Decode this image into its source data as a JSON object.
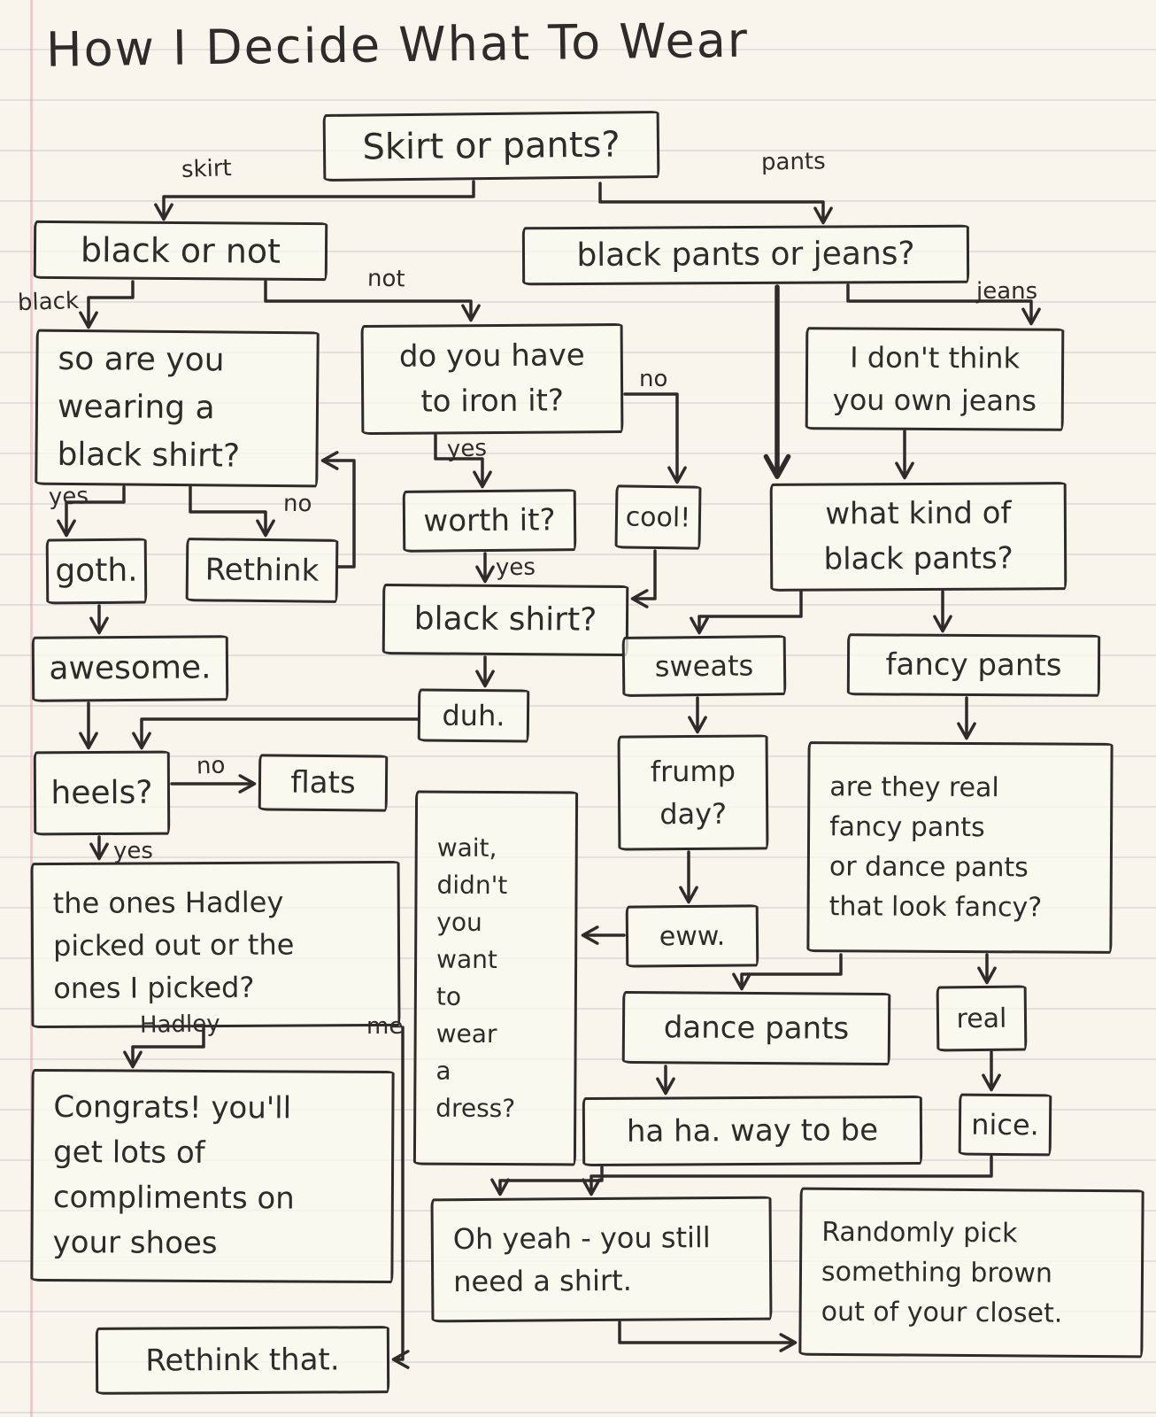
{
  "title": "How I Decide What To Wear",
  "nodes": {
    "skirt_or_pants": {
      "label": "Skirt or pants?"
    },
    "black_or_not": {
      "label": "black or not"
    },
    "black_pants_or_jeans": {
      "label": "black pants or jeans?"
    },
    "so_are_you": {
      "label": "so are you\nwearing a\nblack shirt?"
    },
    "iron": {
      "label": "do you have\nto iron it?"
    },
    "dont_own_jeans": {
      "label": "I don't think\nyou own jeans"
    },
    "goth": {
      "label": "goth."
    },
    "rethink": {
      "label": "Rethink"
    },
    "worth_it": {
      "label": "worth it?"
    },
    "cool": {
      "label": "cool!"
    },
    "what_kind": {
      "label": "what kind of\nblack pants?"
    },
    "black_shirt": {
      "label": "black shirt?"
    },
    "awesome": {
      "label": "awesome."
    },
    "duh": {
      "label": "duh."
    },
    "heels": {
      "label": "heels?"
    },
    "flats": {
      "label": "flats"
    },
    "sweats": {
      "label": "sweats"
    },
    "fancy_pants": {
      "label": "fancy pants"
    },
    "frump_day": {
      "label": "frump\nday?"
    },
    "are_they_real": {
      "label": "are they real\nfancy pants\nor dance pants\nthat look fancy?"
    },
    "eww": {
      "label": "eww."
    },
    "wait_dress": {
      "label": "wait,\ndidn't\nyou\nwant\nto\nwear\na\ndress?"
    },
    "hadley_q": {
      "label": "the ones Hadley\npicked out or the\nones I picked?"
    },
    "dance_pants": {
      "label": "dance pants"
    },
    "real": {
      "label": "real"
    },
    "haha": {
      "label": "ha ha. way to be"
    },
    "nice": {
      "label": "nice."
    },
    "congrats": {
      "label": "Congrats! you'll\nget lots of\ncompliments on\nyour shoes"
    },
    "oh_yeah": {
      "label": "Oh yeah - you still\nneed a shirt."
    },
    "randomly": {
      "label": "Randomly pick\nsomething brown\nout of your closet."
    },
    "rethink_that": {
      "label": "Rethink that."
    }
  },
  "branch_labels": {
    "skirt": "skirt",
    "pants": "pants",
    "black": "black",
    "not": "not",
    "iron_no": "no",
    "iron_yes": "yes",
    "jeans": "jeans",
    "shirt_yes": "yes",
    "shirt_no": "no",
    "worth_yes": "yes",
    "heels_no": "no",
    "heels_yes": "yes",
    "hadley": "Hadley",
    "me": "me"
  },
  "edges": [
    {
      "from": "skirt_or_pants",
      "to": "black_or_not",
      "label": "skirt"
    },
    {
      "from": "skirt_or_pants",
      "to": "black_pants_or_jeans",
      "label": "pants"
    },
    {
      "from": "black_or_not",
      "to": "so_are_you",
      "label": "black"
    },
    {
      "from": "black_or_not",
      "to": "iron",
      "label": "not"
    },
    {
      "from": "iron",
      "to": "cool",
      "label": "no"
    },
    {
      "from": "iron",
      "to": "worth_it",
      "label": "yes"
    },
    {
      "from": "black_pants_or_jeans",
      "to": "dont_own_jeans",
      "label": "jeans"
    },
    {
      "from": "black_pants_or_jeans",
      "to": "what_kind",
      "label": ""
    },
    {
      "from": "dont_own_jeans",
      "to": "what_kind",
      "label": ""
    },
    {
      "from": "so_are_you",
      "to": "goth",
      "label": "yes"
    },
    {
      "from": "so_are_you",
      "to": "rethink",
      "label": "no"
    },
    {
      "from": "rethink",
      "to": "so_are_you",
      "label": ""
    },
    {
      "from": "worth_it",
      "to": "black_shirt",
      "label": "yes"
    },
    {
      "from": "cool",
      "to": "black_shirt",
      "label": ""
    },
    {
      "from": "black_shirt",
      "to": "duh",
      "label": ""
    },
    {
      "from": "duh",
      "to": "heels",
      "label": ""
    },
    {
      "from": "goth",
      "to": "awesome",
      "label": ""
    },
    {
      "from": "awesome",
      "to": "heels",
      "label": ""
    },
    {
      "from": "heels",
      "to": "flats",
      "label": "no"
    },
    {
      "from": "heels",
      "to": "hadley_q",
      "label": "yes"
    },
    {
      "from": "what_kind",
      "to": "sweats",
      "label": ""
    },
    {
      "from": "what_kind",
      "to": "fancy_pants",
      "label": ""
    },
    {
      "from": "sweats",
      "to": "frump_day",
      "label": ""
    },
    {
      "from": "frump_day",
      "to": "eww",
      "label": ""
    },
    {
      "from": "eww",
      "to": "wait_dress",
      "label": ""
    },
    {
      "from": "fancy_pants",
      "to": "are_they_real",
      "label": ""
    },
    {
      "from": "are_they_real",
      "to": "dance_pants",
      "label": ""
    },
    {
      "from": "are_they_real",
      "to": "real",
      "label": ""
    },
    {
      "from": "dance_pants",
      "to": "haha",
      "label": ""
    },
    {
      "from": "real",
      "to": "nice",
      "label": ""
    },
    {
      "from": "haha",
      "to": "oh_yeah",
      "label": ""
    },
    {
      "from": "nice",
      "to": "oh_yeah",
      "label": ""
    },
    {
      "from": "oh_yeah",
      "to": "randomly",
      "label": ""
    },
    {
      "from": "hadley_q",
      "to": "congrats",
      "label": "Hadley"
    },
    {
      "from": "hadley_q",
      "to": "rethink_that",
      "label": "me"
    }
  ],
  "colors": {
    "ink": "#2e2c2a",
    "paper": "#f8f5ec",
    "rule_line": "#c6ccCF",
    "margin_line": "#e296a5"
  }
}
